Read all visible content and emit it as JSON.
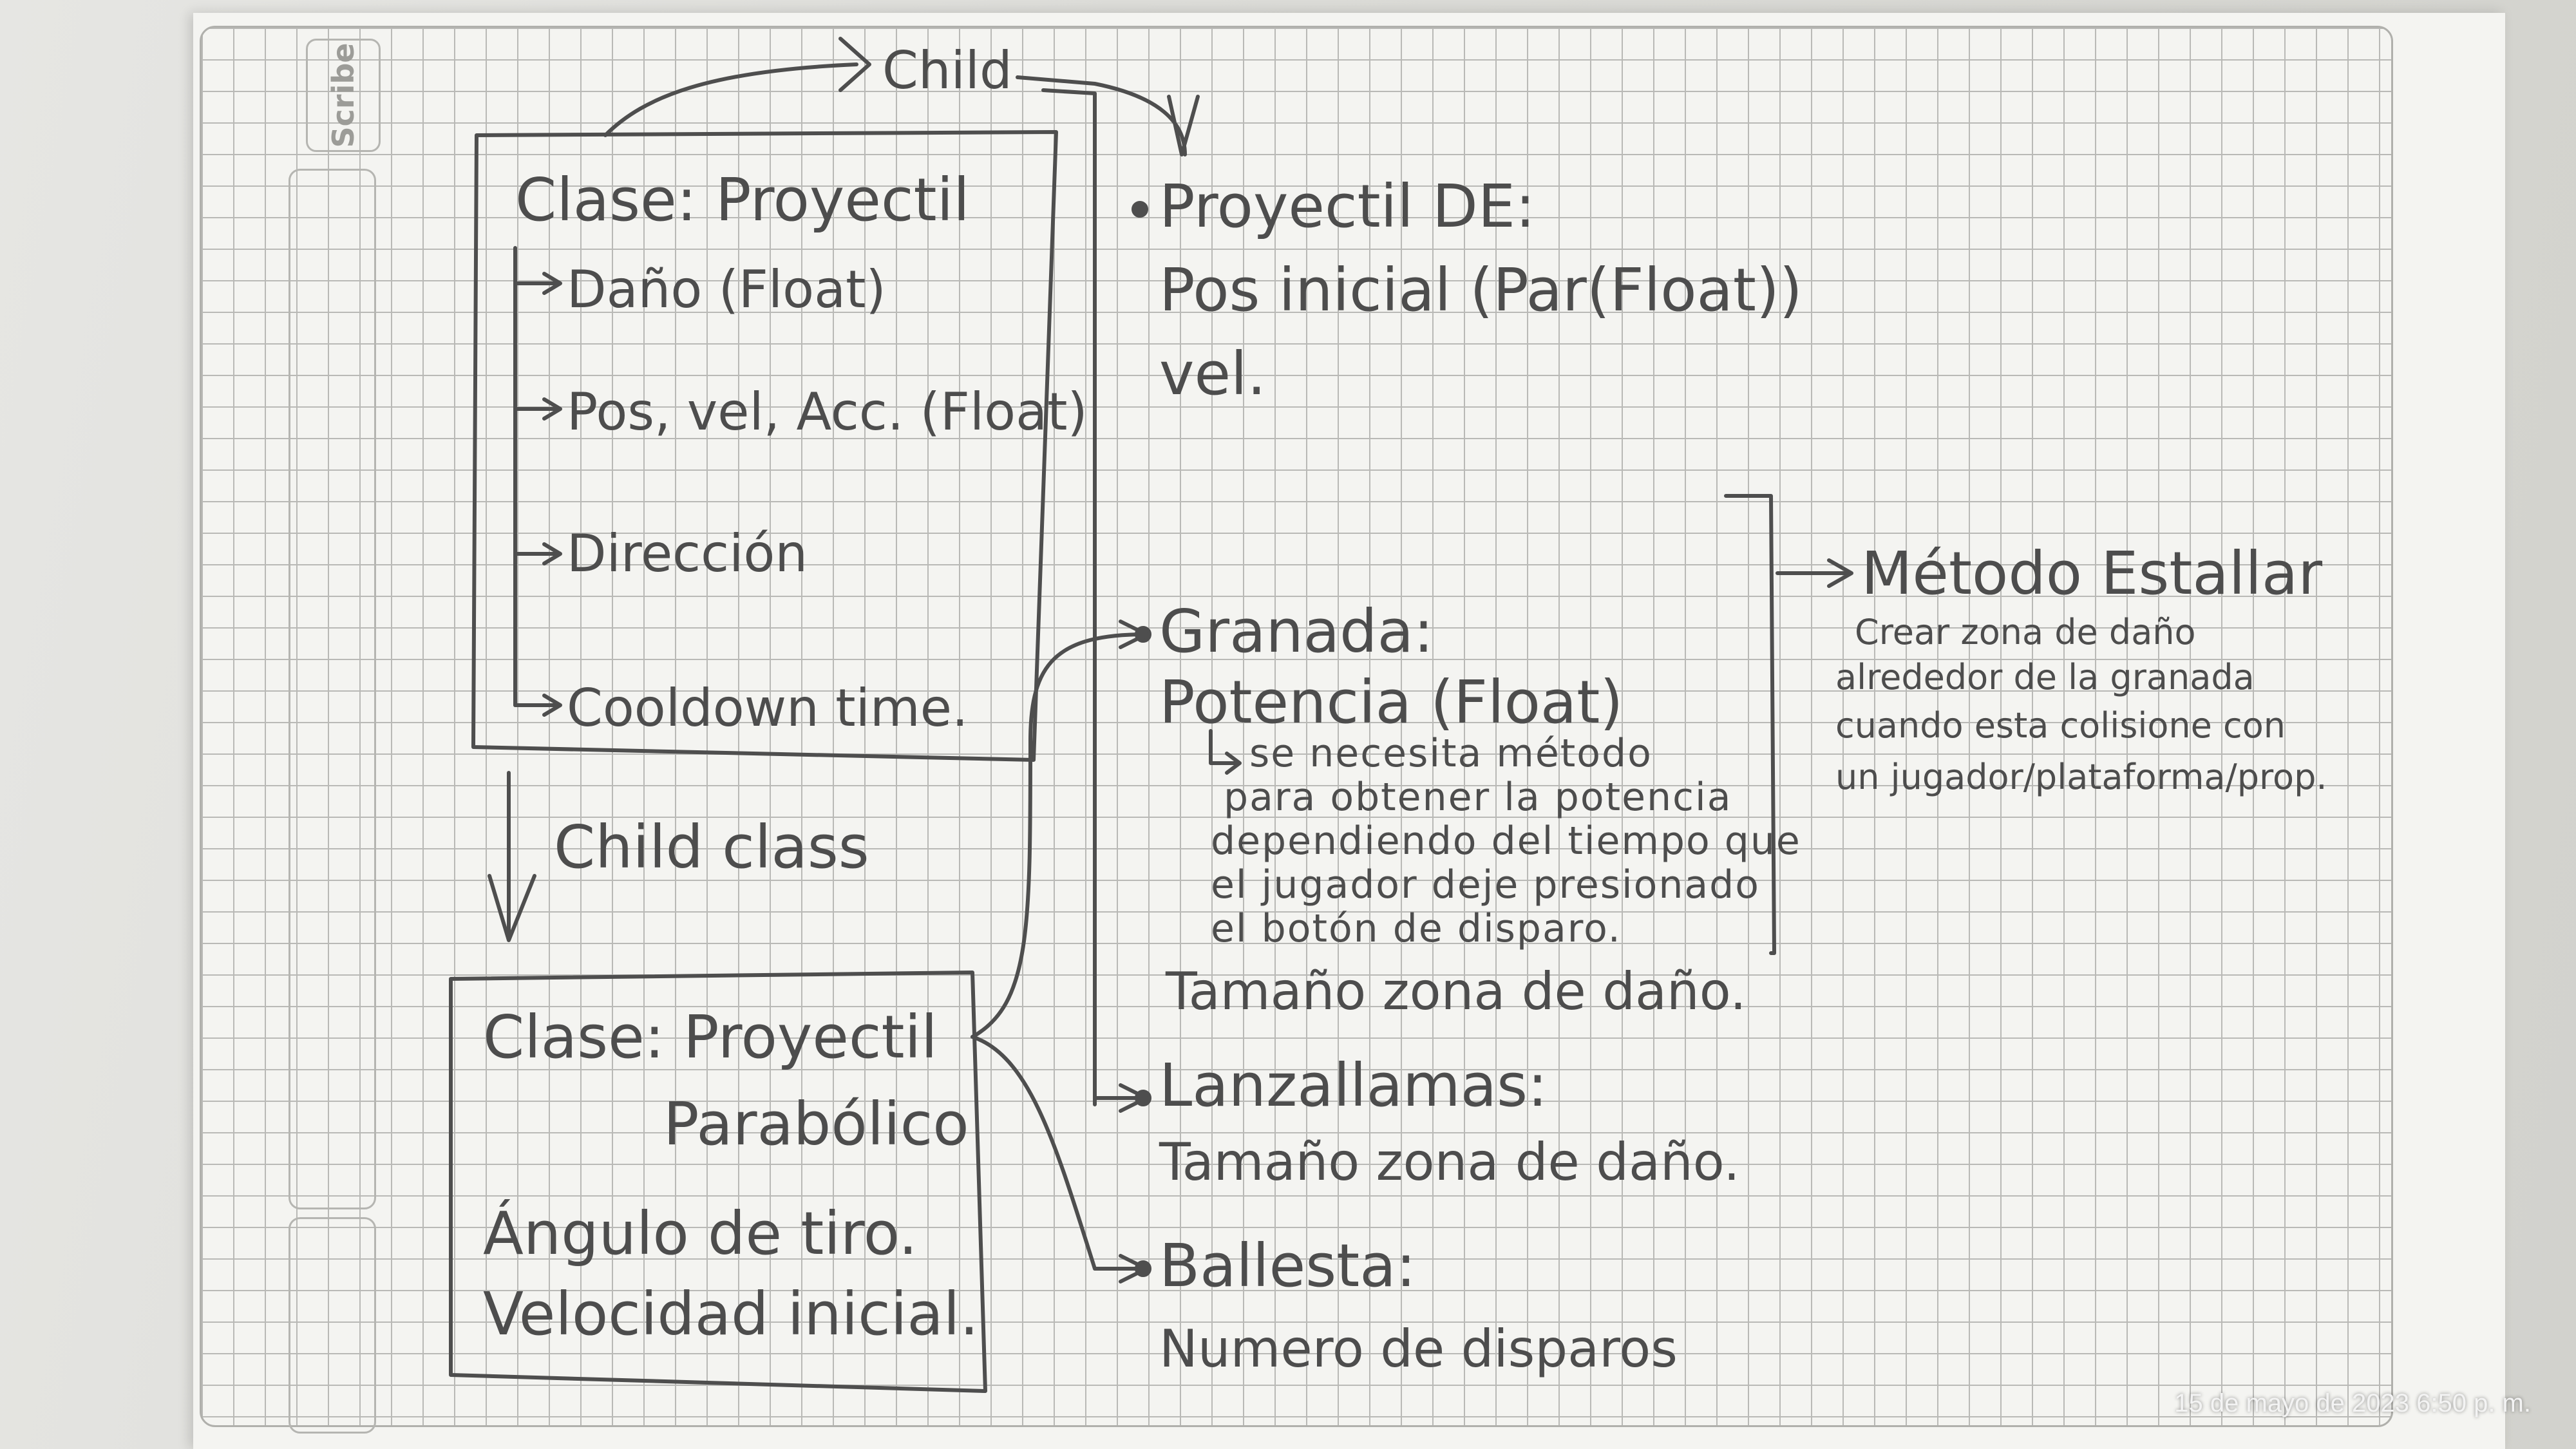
{
  "brand_label": "Scribe",
  "timestamp": "15 de mayo de 2023 6:50 p. m.",
  "parent_box": {
    "title": "Clase: Proyectil",
    "attributes": [
      "Daño (Float)",
      "Pos, vel, Acc. (Float)",
      "Dirección",
      "Cooldown time."
    ]
  },
  "child_label_top": "Child",
  "child_label_mid": "Child class",
  "child_box": {
    "title_line1": "Clase: Proyectil",
    "title_line2": "Parabólico",
    "attributes": [
      "Ángulo de tiro.",
      "Velocidad inicial."
    ]
  },
  "proyectil_de": {
    "title": "Proyectil DE:",
    "lines": [
      "Pos inicial (Par(Float))",
      "vel."
    ]
  },
  "granada": {
    "title": "Granada:",
    "potencia": "Potencia (Float)",
    "note_lines": [
      "se necesita método",
      "para obtener la potencia",
      "dependiendo del tiempo que",
      "el jugador deje presionado",
      "el botón de disparo."
    ],
    "zona": "Tamaño zona de daño."
  },
  "metodo": {
    "title": "Método Estallar",
    "lines": [
      "Crear zona de daño",
      "alrededor de la granada",
      "cuando esta colisione con",
      "un jugador/plataforma/prop."
    ]
  },
  "lanzallamas": {
    "title": "Lanzallamas:",
    "zona": "Tamaño zona de daño."
  },
  "ballesta": {
    "title": "Ballesta:",
    "disparos": "Numero de disparos"
  }
}
